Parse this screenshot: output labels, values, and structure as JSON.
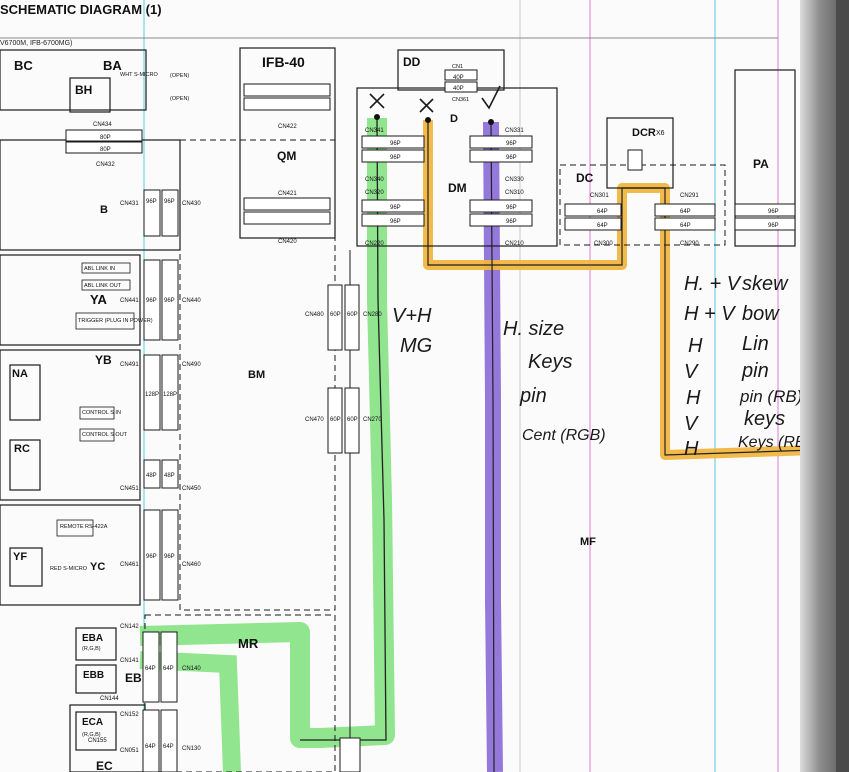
{
  "page": {
    "title": "SCHEMATIC DIAGRAM (1)",
    "subtitle": "V6700M, IFB-6700MG)"
  },
  "colors": {
    "green": "#7ee07a",
    "purple": "#8a6ad6",
    "orange": "#f0b640",
    "ink": "#1a1a1a",
    "guide_pink": "#e07ad0",
    "guide_cyan": "#58c8e0"
  },
  "boards": {
    "BC": "BC",
    "BA": "BA",
    "BH": "BH",
    "B": "B",
    "YA": "YA",
    "YB": "YB",
    "NA": "NA",
    "RC": "RC",
    "YF": "YF",
    "YC": "YC",
    "EBA": "EBA",
    "EBB": "EBB",
    "EB": "EB",
    "ECA": "ECA",
    "EC": "EC",
    "IFB40": "IFB-40",
    "QM": "QM",
    "DD": "DD",
    "D": "D",
    "DM": "DM",
    "DC": "DC",
    "DCR": "DCR",
    "DCR_x6": "X6",
    "PA": "PA",
    "BM": "BM",
    "MF": "MF",
    "MR": "MR"
  },
  "small_labels": {
    "iopen1": "(OPEN)",
    "iopen2": "(OPEN)",
    "wht_smicro": "WHT S-MICRO",
    "abl_in": "ABL LINK IN",
    "abl_out": "ABL LINK OUT",
    "trigger": "TRIGGER (PLUG IN POWER)",
    "control_in": "CONTROL S IN",
    "control_out": "CONTROL S OUT",
    "remote": "REMOTE RS-422A",
    "red_smicro": "RED S-MICRO",
    "rgb": "(R,G,B)",
    "cn1": "CN1",
    "cn361": "CN361"
  },
  "connectors": {
    "cn432": "CN432",
    "cn434": "CN434",
    "cn431": "CN431",
    "cn430": "CN430",
    "cn441": "CN441",
    "cn440": "CN440",
    "cn491": "CN491",
    "cn490": "CN490",
    "cn451": "CN451",
    "cn450": "CN450",
    "cn461": "CN461",
    "cn460": "CN460",
    "cn422": "CN422",
    "cn421": "CN421",
    "cn420": "CN420",
    "cn341": "CN341",
    "cn340": "CN340",
    "cn320": "CN320",
    "cn220": "CN220",
    "cn331": "CN331",
    "cn330": "CN330",
    "cn310": "CN310",
    "cn210": "CN210",
    "cn301": "CN301",
    "cn300": "CN300",
    "cn291": "CN291",
    "cn290": "CN290",
    "cn480": "CN480",
    "cn280": "CN280",
    "cn470": "CN470",
    "cn270": "CN270",
    "cn140": "CN140",
    "cn130": "CN130",
    "cn142": "CN142",
    "cn141": "CN141",
    "cn144": "CN144",
    "cn152": "CN152",
    "cn155": "CN155",
    "cn051": "CN051"
  },
  "pins": {
    "p80": "80P",
    "p96": "96P",
    "p64": "64P",
    "p60": "60P",
    "p128": "128P",
    "p48": "48P",
    "p40": "40P"
  },
  "annotations": {
    "green_label1": "V+H",
    "green_label2": "MG",
    "purple_lines": [
      "H. size",
      "Keys",
      "pin",
      "Cent (RGB)"
    ],
    "orange_left": [
      "H. + V",
      "H + V",
      "H",
      "V",
      "H",
      "V",
      "H"
    ],
    "orange_right": [
      "skew",
      "bow",
      "Lin",
      "pin",
      "pin (RB)",
      "keys",
      "Keys (RB)"
    ]
  }
}
